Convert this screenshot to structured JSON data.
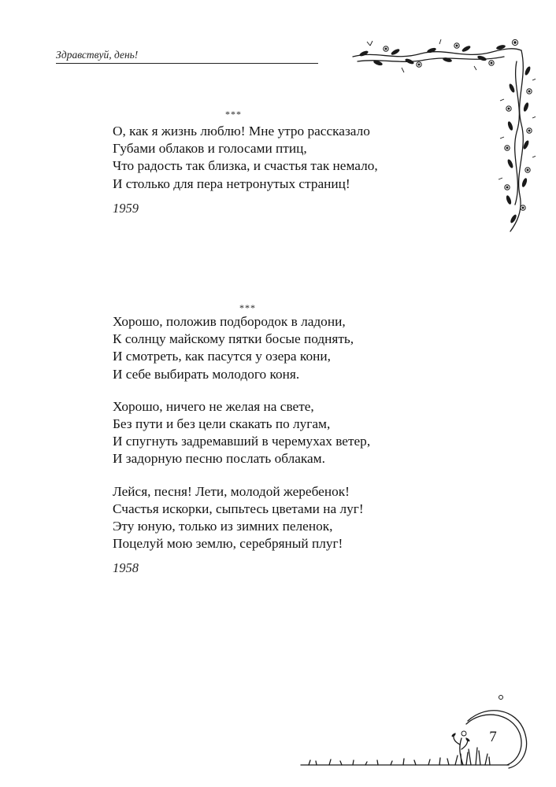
{
  "header": {
    "running_title": "Здравствуй, день!"
  },
  "poems": [
    {
      "stars": "***",
      "stanzas": [
        [
          "О, как я жизнь люблю! Мне утро рассказало",
          "Губами облаков и голосами птиц,",
          "Что радость так близка, и счастья так немало,",
          "И столько для пера нетронутых страниц!"
        ]
      ],
      "year": "1959"
    },
    {
      "stars": "***",
      "stanzas": [
        [
          "Хорошо, положив подбородок в ладони,",
          "К солнцу майскому пятки босые поднять,",
          "И смотреть, как пасутся у озера кони,",
          "И себе выбирать молодого коня."
        ],
        [
          "Хорошо, ничего не желая на свете,",
          "Без пути и без цели скакать по лугам,",
          "И спугнуть задремавший в черемухах ветер,",
          "И задорную песню послать облакам."
        ],
        [
          "Лейся, песня! Лети, молодой жеребенок!",
          "Счастья искорки, сыпьтесь цветами на луг!",
          "Эту юную, только из зимних пеленок,",
          "Поцелуй мою землю, серебряный плуг!"
        ]
      ],
      "year": "1958"
    }
  ],
  "footer": {
    "page_number": "7"
  },
  "decorations": {
    "top_right": "floral-vine-corner-ornament",
    "bottom_right": "grass-and-circle-ornament",
    "ink_color": "#1a1a1a"
  }
}
